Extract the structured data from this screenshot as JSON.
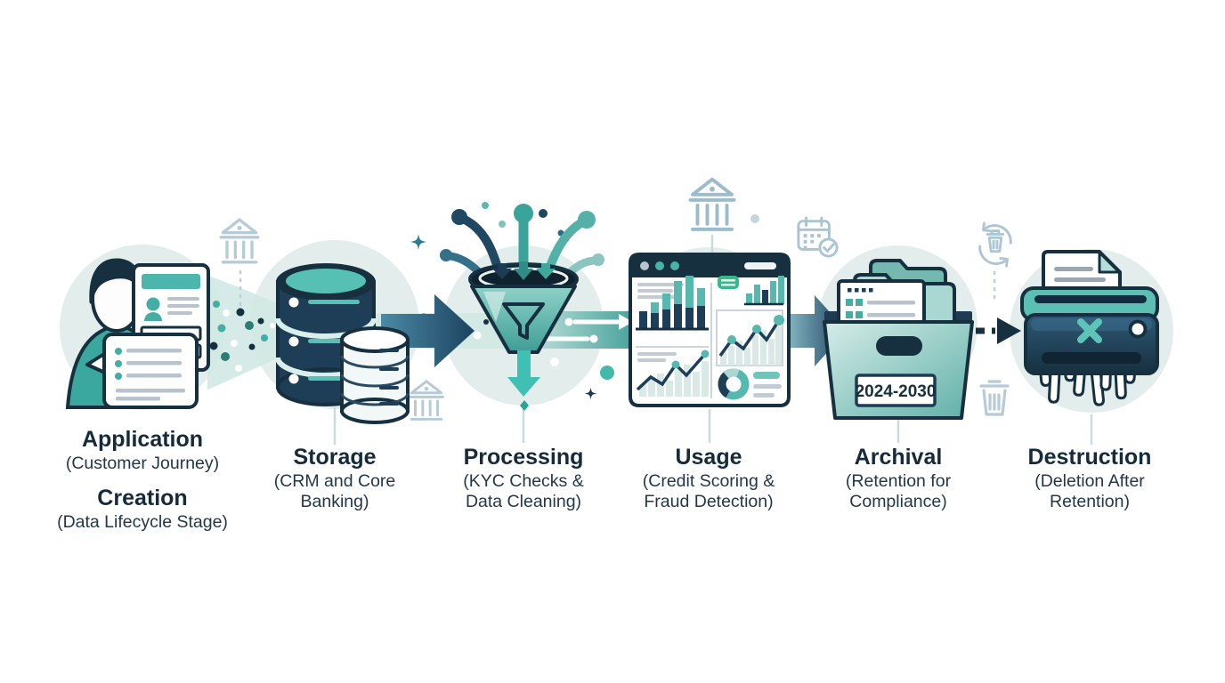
{
  "diagram": {
    "type": "process-flow",
    "topic": "Customer data lifecycle in banking",
    "stages": [
      {
        "id": "creation",
        "icon": "person-filling-application-icon",
        "titles": [
          {
            "title": "Application",
            "subtitle": "(Customer Journey)"
          },
          {
            "title": "Creation",
            "subtitle": "(Data Lifecycle Stage)"
          }
        ]
      },
      {
        "id": "storage",
        "icon": "database-stack-icon",
        "title": "Storage",
        "subtitle": "(CRM and Core Banking)"
      },
      {
        "id": "processing",
        "icon": "funnel-icon",
        "title": "Processing",
        "subtitle": "(KYC Checks & Data Cleaning)"
      },
      {
        "id": "usage",
        "icon": "analytics-dashboard-icon",
        "title": "Usage",
        "subtitle": "(Credit Scoring & Fraud Detection)"
      },
      {
        "id": "archival",
        "icon": "archive-box-icon",
        "title": "Archival",
        "subtitle": "(Retention for Compliance)",
        "box_label": "2024-2030"
      },
      {
        "id": "destruction",
        "icon": "paper-shredder-icon",
        "title": "Destruction",
        "subtitle": "(Deletion After Retention)"
      }
    ],
    "decorative_icons": [
      "bank-icon",
      "calendar-check-icon",
      "recycle-trash-icon",
      "trash-icon",
      "sparkle-icon"
    ],
    "colors": {
      "navy": "#16303f",
      "teal": "#45ada3",
      "light_teal": "#cfe7e3",
      "circle_bg": "#e3edec",
      "steel_icon": "#b6cbd8",
      "green_pill": "#37b98c",
      "text": "#152a3b"
    }
  }
}
